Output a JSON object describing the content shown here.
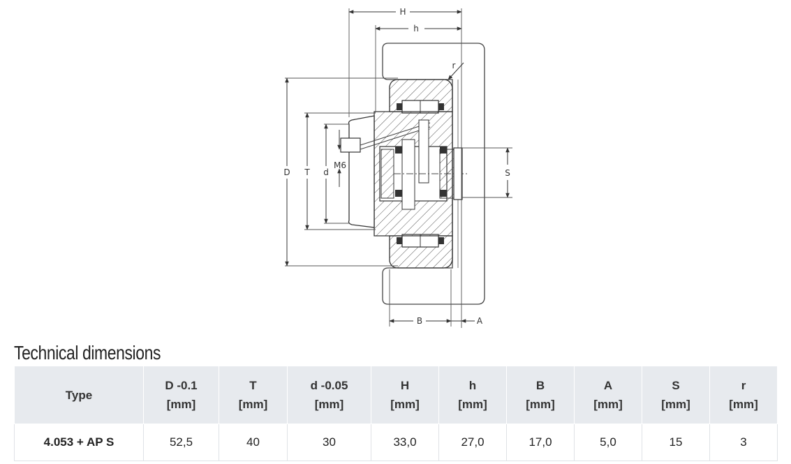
{
  "drawing": {
    "labels": {
      "H": "H",
      "h": "h",
      "r": "r",
      "D": "D",
      "T": "T",
      "d": "d",
      "M6": "M6",
      "S": "S",
      "B": "B",
      "A": "A"
    }
  },
  "section_title": "Technical dimensions",
  "table": {
    "headers": [
      {
        "name": "Type",
        "unit": ""
      },
      {
        "name": "D -0.1",
        "unit": "[mm]"
      },
      {
        "name": "T",
        "unit": "[mm]"
      },
      {
        "name": "d -0.05",
        "unit": "[mm]"
      },
      {
        "name": "H",
        "unit": "[mm]"
      },
      {
        "name": "h",
        "unit": "[mm]"
      },
      {
        "name": "B",
        "unit": "[mm]"
      },
      {
        "name": "A",
        "unit": "[mm]"
      },
      {
        "name": "S",
        "unit": "[mm]"
      },
      {
        "name": "r",
        "unit": "[mm]"
      }
    ],
    "rows": [
      [
        "4.053 + AP S",
        "52,5",
        "40",
        "30",
        "33,0",
        "27,0",
        "17,0",
        "5,0",
        "15",
        "3"
      ]
    ]
  }
}
